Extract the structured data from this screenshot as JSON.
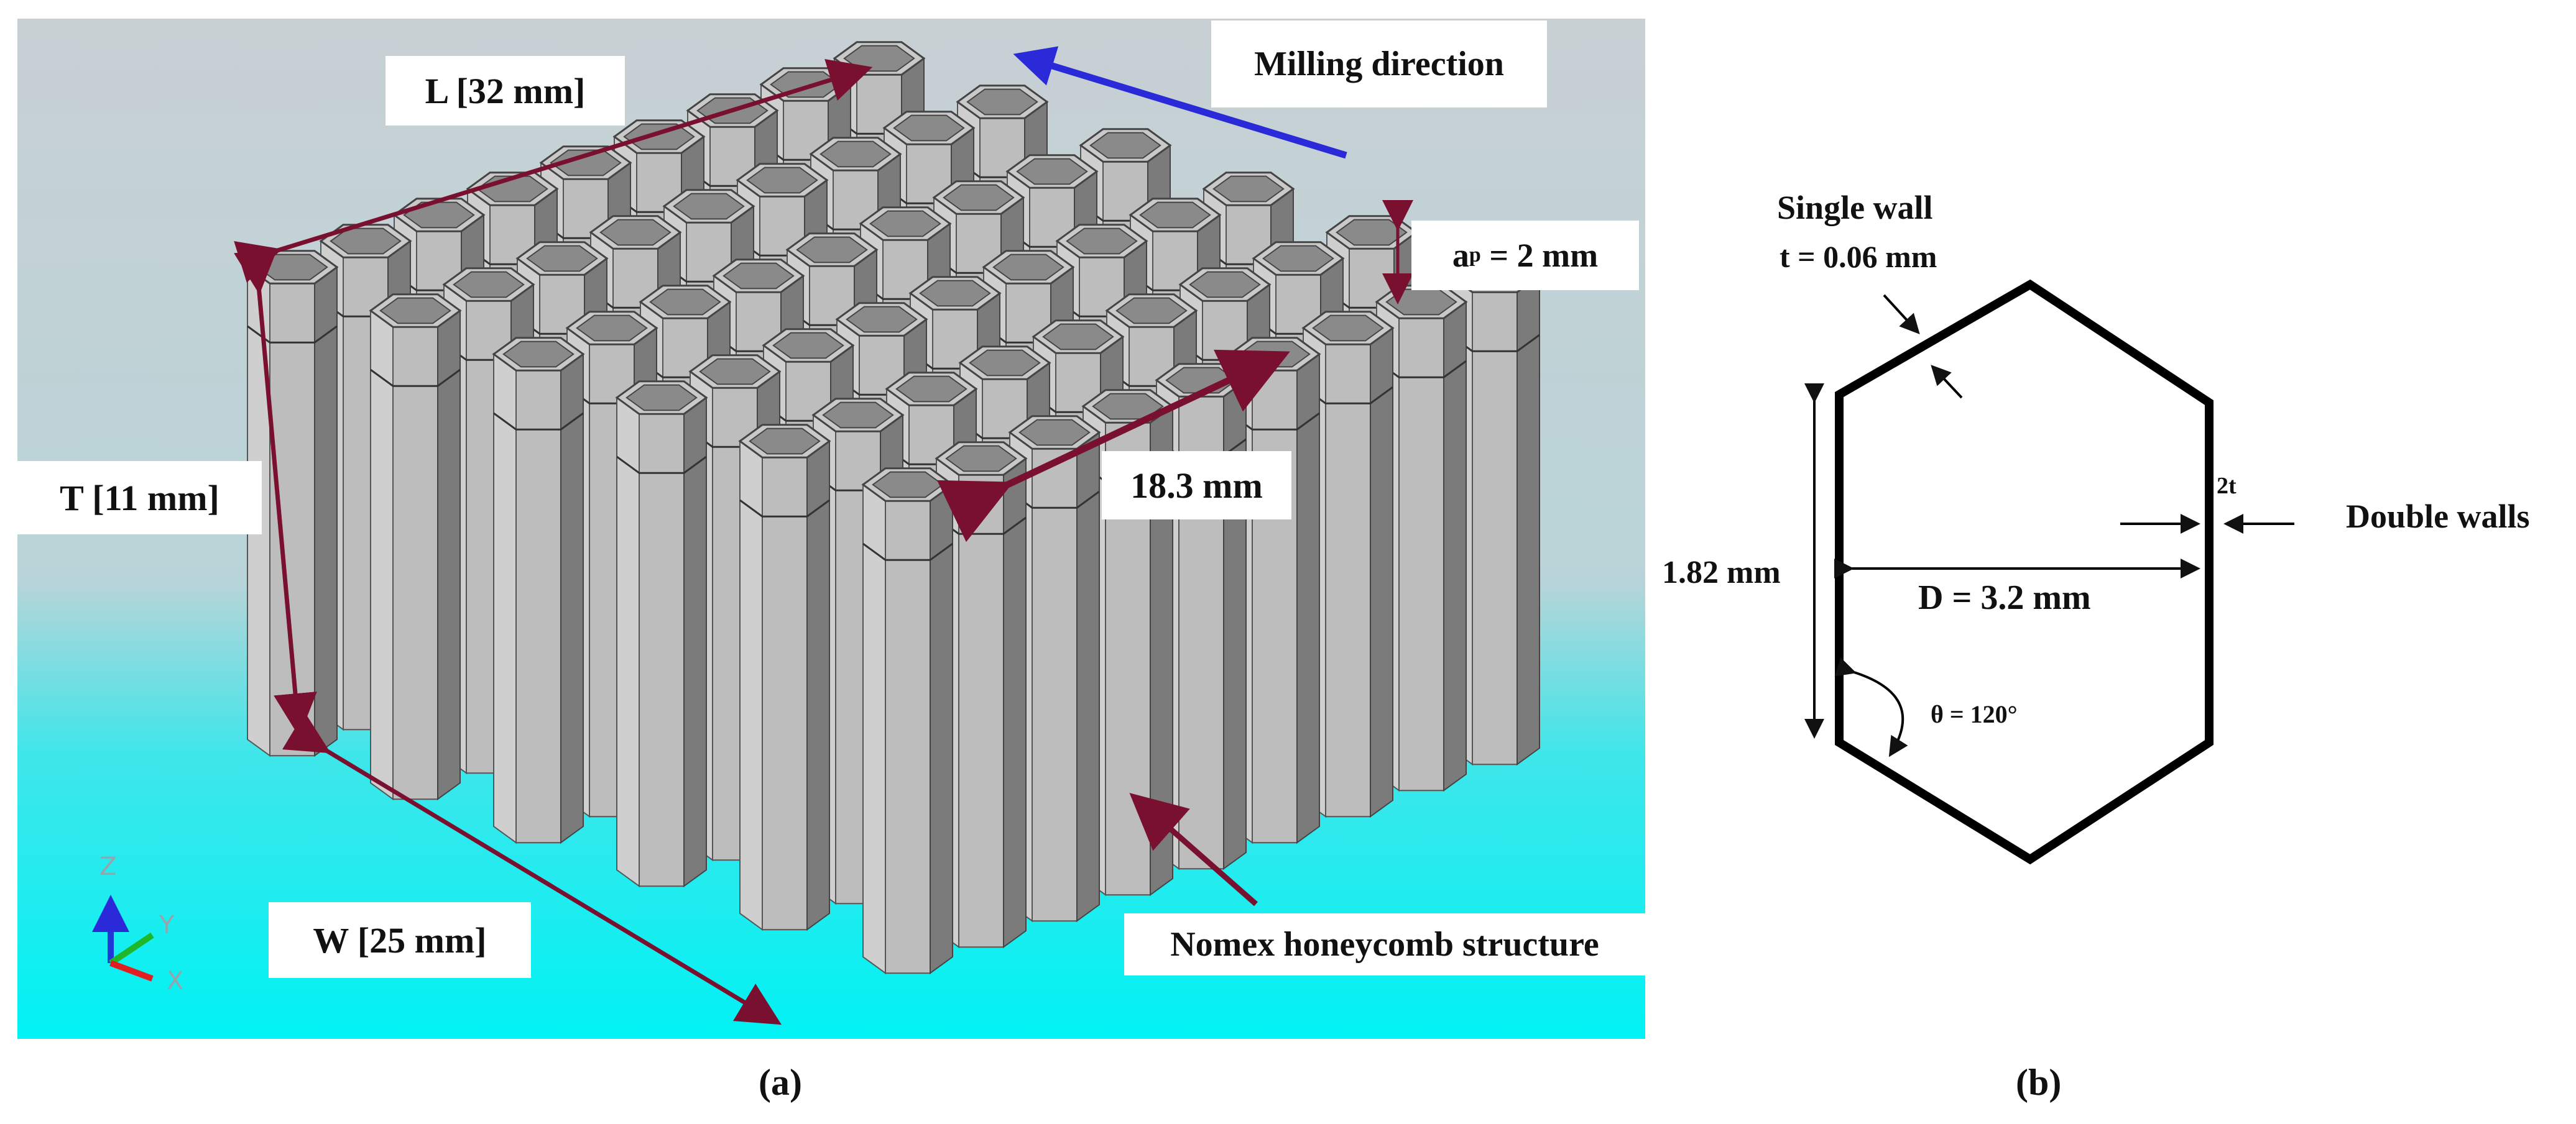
{
  "panel_a": {
    "label": "(a)",
    "dim_length": "L [32 mm]",
    "milling_direction": "Milling direction",
    "depth_ap_prefix": "a",
    "depth_ap_sub": "p",
    "depth_ap_suffix": " = 2 mm",
    "dim_thickness": "T [11 mm]",
    "dim_diagonal": "18.3 mm",
    "dim_width": "W [25 mm]",
    "structure_name": "Nomex honeycomb structure",
    "triad": {
      "z": "Z",
      "y": "Y",
      "x": "X"
    }
  },
  "panel_b": {
    "label": "(b)",
    "single_wall": "Single wall",
    "thickness": "t = 0.06 mm",
    "double_t": "2t",
    "double_walls": "Double walls",
    "side_length": "1.82 mm",
    "diameter": "D = 3.2 mm",
    "angle": "θ = 120°"
  },
  "colors": {
    "background_top": "#c6cfd3",
    "background_bottom": "#00f3f3",
    "cell_top": "#c9c9c9",
    "cell_side_light": "#cfcfcf",
    "cell_side_dark": "#7b7b7b",
    "dimension_arrow": "#7a1030",
    "milling_arrow": "#2a2ad8"
  }
}
